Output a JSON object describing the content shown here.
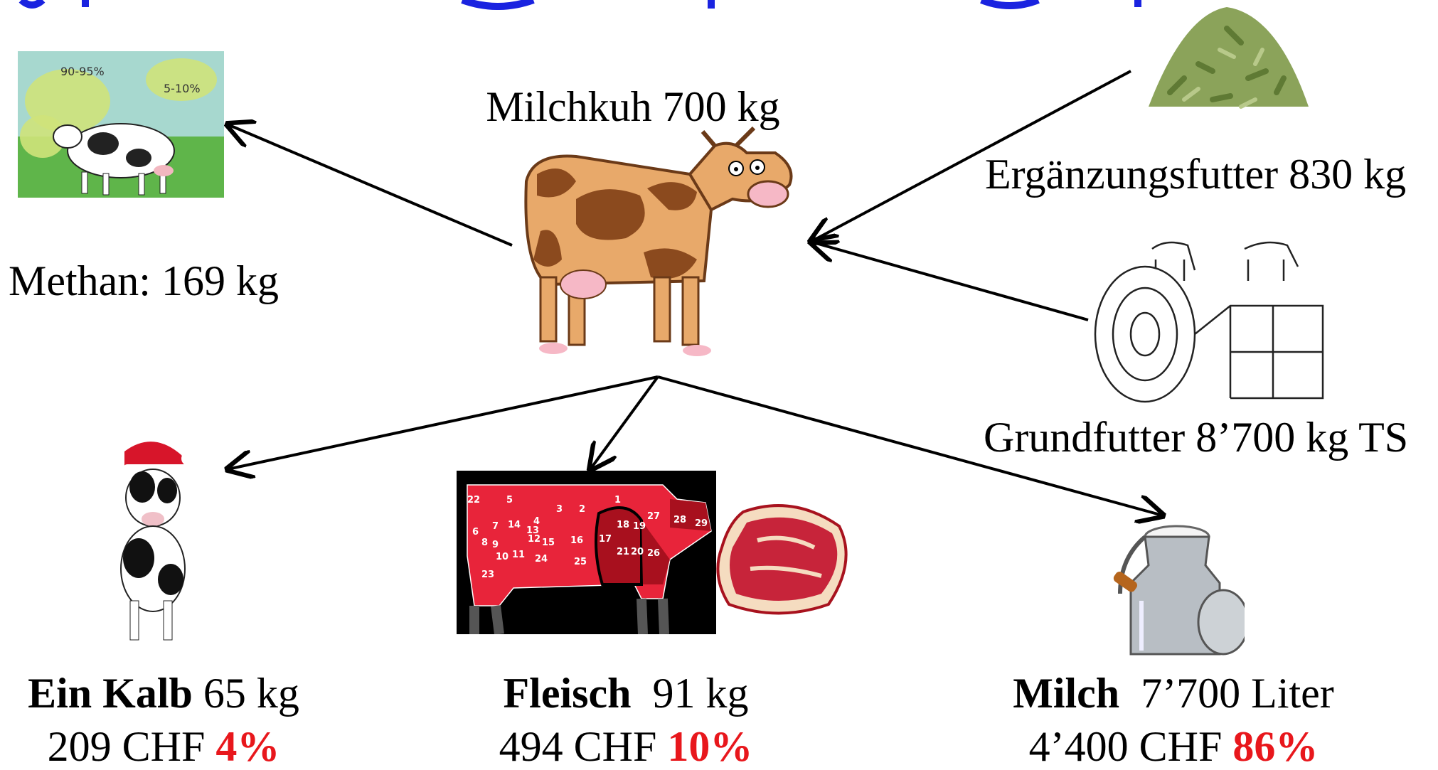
{
  "cow_label": "Milchkuh 700 kg",
  "methane": {
    "label": "Methan: 169 kg",
    "cloud_left": "90-95%",
    "cloud_right": "5-10%"
  },
  "supplement": {
    "label": "Ergänzungsfutter 830 kg"
  },
  "roughage": {
    "label": "Grundfutter 8’700 kg TS"
  },
  "calf": {
    "name": "Ein Kalb",
    "amount": " 65 kg",
    "price": "209 CHF ",
    "share": "4%"
  },
  "meat": {
    "name": "Fleisch",
    "amount": "  91 kg",
    "price": "494 CHF ",
    "share": "10%"
  },
  "milk": {
    "name": "Milch",
    "amount": "  7’700 Liter",
    "price": "4’400 CHF ",
    "share": "86%"
  },
  "cut_numbers": [
    "1",
    "2",
    "3",
    "4",
    "5",
    "6",
    "7",
    "8",
    "9",
    "10",
    "11",
    "12",
    "13",
    "14",
    "15",
    "16",
    "17",
    "18",
    "19",
    "20",
    "21",
    "22",
    "23",
    "24",
    "25",
    "26",
    "27",
    "28",
    "29"
  ],
  "colors": {
    "title_blue": "#1a23e0",
    "share_red": "#e8171c",
    "meat_red": "#e8243a",
    "meat_dark": "#a8101e",
    "cow_brown": "#8b4a1e",
    "cow_tan": "#e8a96a"
  }
}
